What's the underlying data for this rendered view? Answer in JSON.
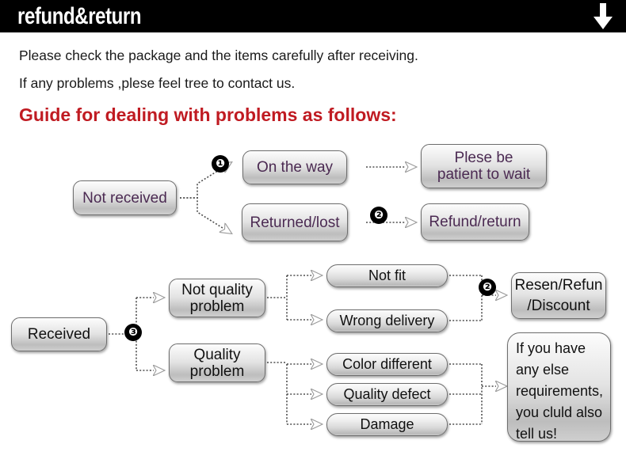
{
  "header": {
    "title": "refund&return",
    "arrow_icon": "arrow-down-icon"
  },
  "intro": {
    "line1": "Please check the package and the items carefully after receiving.",
    "line2": "If any problems ,plese feel tree to contact us.",
    "guide_title": "Guide for dealing with problems as follows:"
  },
  "colors": {
    "header_bg": "#000000",
    "header_text": "#ffffff",
    "guide_title": "#c01b22",
    "node_text_purple": "#4b2a52",
    "node_text_black": "#111111",
    "badge_bg": "#000000",
    "page_bg": "#ffffff"
  },
  "flow_not_received": {
    "source": "Not received",
    "branch_1": {
      "badge": "❶",
      "node": "On the way",
      "result": "Plese be\npatient to wait",
      "result_line1": "Plese be",
      "result_line2": "patient to wait"
    },
    "branch_2": {
      "badge": "❷",
      "node": "Returned/lost",
      "result": "Refund/return"
    }
  },
  "flow_received": {
    "source": "Received",
    "badge": "❸",
    "branches": [
      {
        "category": "Not quality\nproblem",
        "category_line1": "Not quality",
        "category_line2": "problem",
        "items": [
          "Not fit",
          "Wrong delivery"
        ]
      },
      {
        "category": "Quality\nproblem",
        "category_line1": "Quality",
        "category_line2": "problem",
        "items": [
          "Color different",
          "Quality defect",
          "Damage"
        ]
      }
    ],
    "outcome": {
      "badge": "❷",
      "label_line1": "Resen/Refun",
      "label_line2": "/Discount",
      "label": "Resen/Refun\n/Discount"
    },
    "note": {
      "line1": "If you have",
      "line2": "any else",
      "line3": "requirements,",
      "line4": "you cluld also",
      "line5": "tell us!",
      "text": "If you have any else requirements, you cluld also tell us!"
    }
  },
  "badges": {
    "one": "❶",
    "two": "❷",
    "three": "❸"
  }
}
